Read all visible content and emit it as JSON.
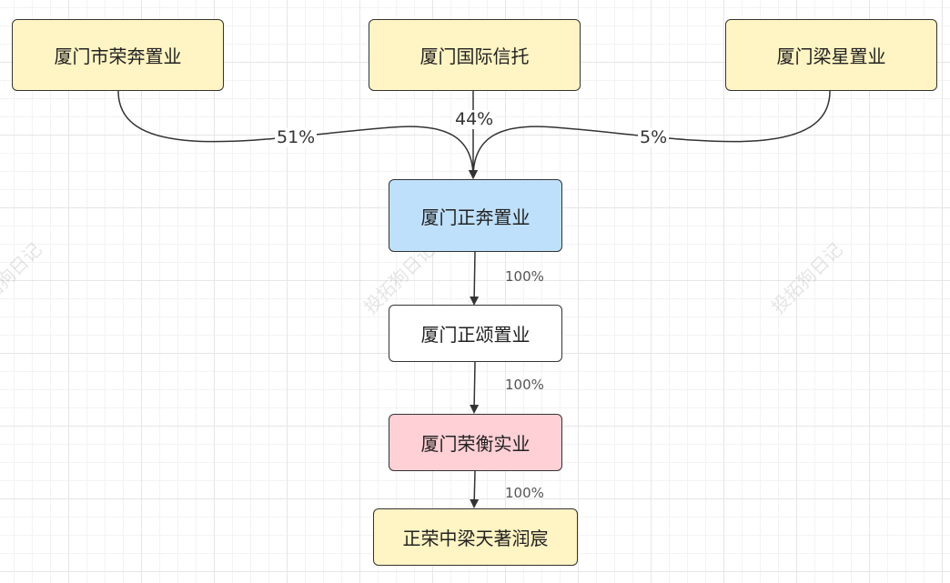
{
  "colors": {
    "yellow": "#fff4c3",
    "blue": "#bfe0fb",
    "white": "#ffffff",
    "pink": "#ffd0d5",
    "edge": "#333333"
  },
  "nodes": {
    "shareholder_rongben": "厦门市荣奔置业",
    "shareholder_itic": "厦门国际信托",
    "shareholder_liangxing": "厦门梁星置业",
    "zhengben": "厦门正奔置业",
    "zhengsong": "厦门正颂置业",
    "rongheng": "厦门荣衡实业",
    "project": "正荣中梁天著润宸"
  },
  "edges": {
    "rongben_pct": "51%",
    "itic_pct": "44%",
    "liangxing_pct": "5%",
    "zhengben_pct": "100%",
    "zhengsong_pct": "100%",
    "rongheng_pct": "100%"
  },
  "watermark": "投拓狗日记"
}
